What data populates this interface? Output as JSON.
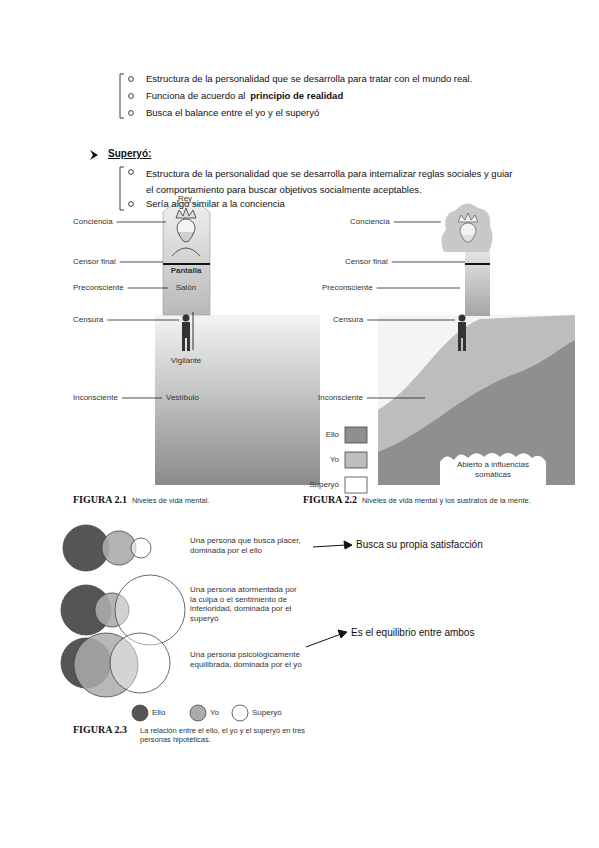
{
  "diagram": {
    "labels": [
      "Estructura de la personalidad que se desarrolla para tratar con el mundo real.",
      "Funciona de acuerdo al",
      "principio de realidad",
      "Busca el balance entre el yo y el superyó",
      "Superyó:",
      "Estructura de la personalidad que se desarrolla para internalizar reglas sociales y guiar el comportamiento para buscar objetivos socialmente aceptables.",
      "Sería algo similar a la conciencia",
      "Rey",
      "Conciencia",
      "Censor final",
      "Pantalla",
      "Preconsciente",
      "Salón",
      "Censura",
      "Vigilante",
      "Inconsciente",
      "Vestíbulo",
      "FIGURA 2.1",
      "Niveles de vida mental.",
      "Conciencia",
      "Censor final",
      "Preconsciente",
      "Censura",
      "Inconsciente",
      "Abierto a influencias somáticas",
      "FIGURA 2.2",
      "Niveles de vida mental y los sustratos de la mente.",
      "Una persona que busca placer, dominada por el ello",
      "Una persona atormentada por la culpa o el sentimiento de inferioridad, dominada por el superyó",
      "Una persona psicológicamente equilibrada, dominada por el yo",
      "Busca su propia satisfacción",
      "Es el equilibrio entre ambos",
      "FIGURA 2.3",
      "La relación entre el ello, el yo y el superyó en tres personas hipotéticas."
    ],
    "legend": [
      {
        "text": "Ello",
        "color": "#8f8f8f"
      },
      {
        "text": "Yo",
        "color": "#bdbdbd"
      },
      {
        "text": "Superyó",
        "color": "#ffffff"
      },
      {
        "text": "Ello",
        "color": "#555555"
      },
      {
        "text": "Yo",
        "color": "#ababab"
      },
      {
        "text": "Superyó",
        "color": "#ffffff"
      }
    ]
  }
}
